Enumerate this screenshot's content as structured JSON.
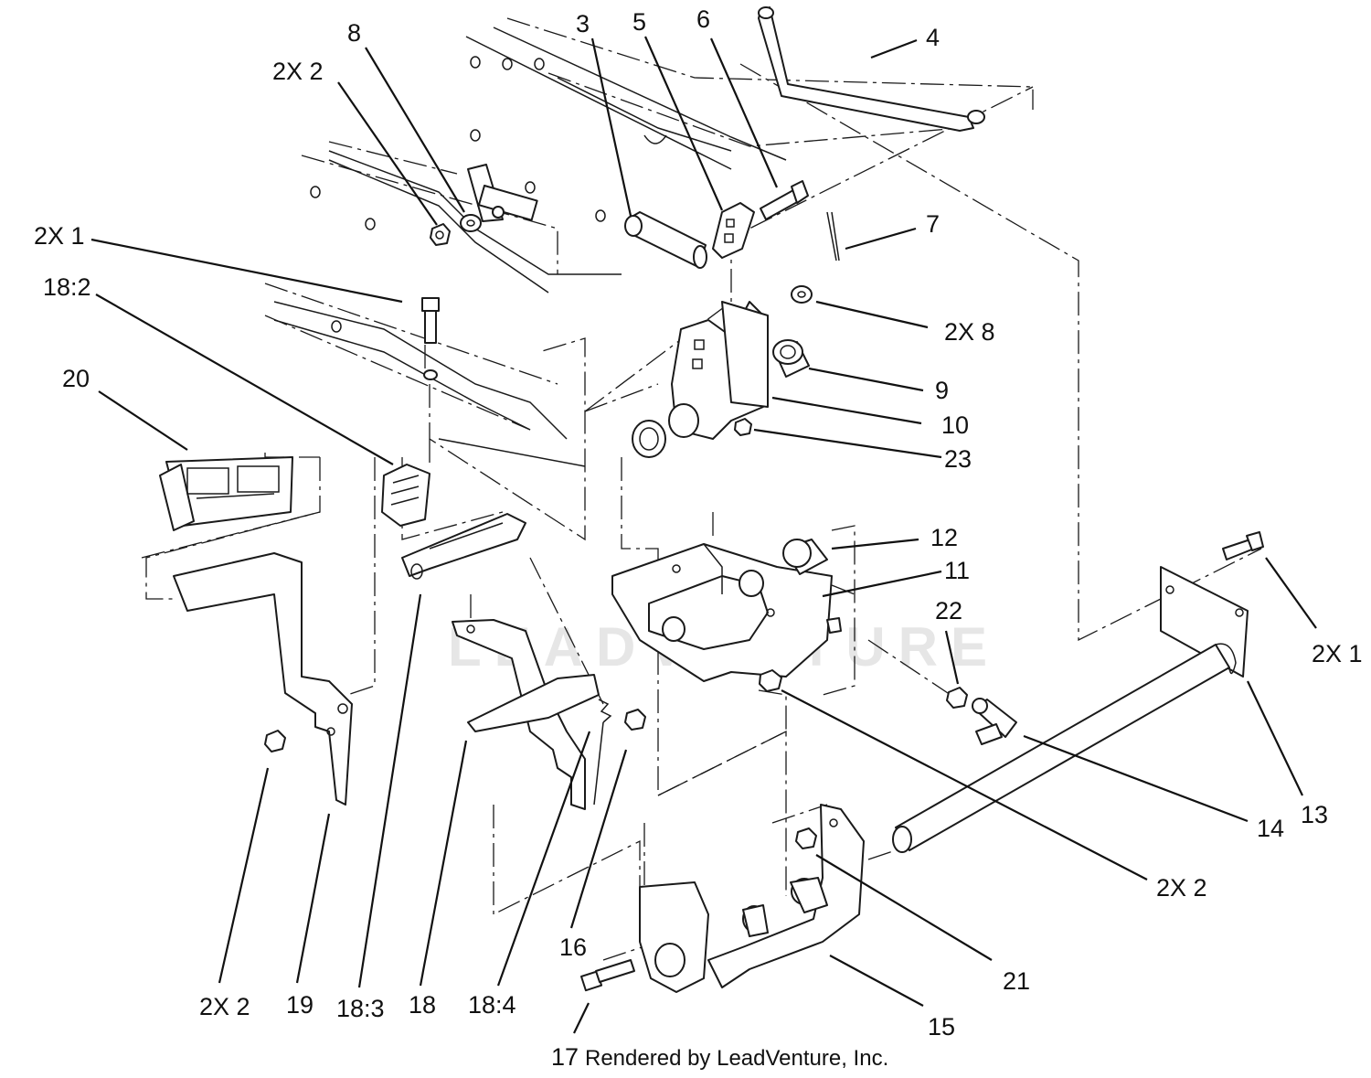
{
  "callouts": {
    "c8": "8",
    "c3": "3",
    "c5": "5",
    "c6": "6",
    "c4": "4",
    "c2x2_top": "2X 2",
    "c2x1_left": "2X 1",
    "c7": "7",
    "c18_2": "18:2",
    "c2x8": "2X 8",
    "c20": "20",
    "c9": "9",
    "c10": "10",
    "c23": "23",
    "c12": "12",
    "c11": "11",
    "c22": "22",
    "c2x1_right": "2X 1",
    "c13": "13",
    "c14": "14",
    "c2x2_right": "2X 2",
    "c16": "16",
    "c21": "21",
    "c15": "15",
    "c2x2_bottom": "2X 2",
    "c19": "19",
    "c18_3": "18:3",
    "c18": "18",
    "c18_4": "18:4",
    "c17": "17"
  },
  "credit": "Rendered by LeadVenture, Inc.",
  "watermark": "LEADVENTURE"
}
